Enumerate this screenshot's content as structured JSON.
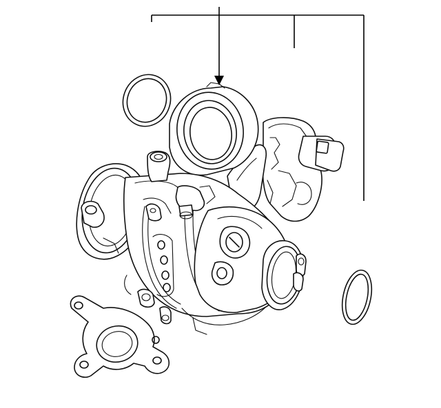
{
  "diagram": {
    "line_color": "#111111",
    "background": "#ffffff",
    "parts": [
      {
        "name": "turbocharger-assembly"
      },
      {
        "name": "inlet-o-ring"
      },
      {
        "name": "outlet-o-ring"
      },
      {
        "name": "wastegate-actuator"
      },
      {
        "name": "exhaust-flange"
      },
      {
        "name": "intake-housing"
      },
      {
        "name": "outlet-pipe"
      }
    ]
  }
}
